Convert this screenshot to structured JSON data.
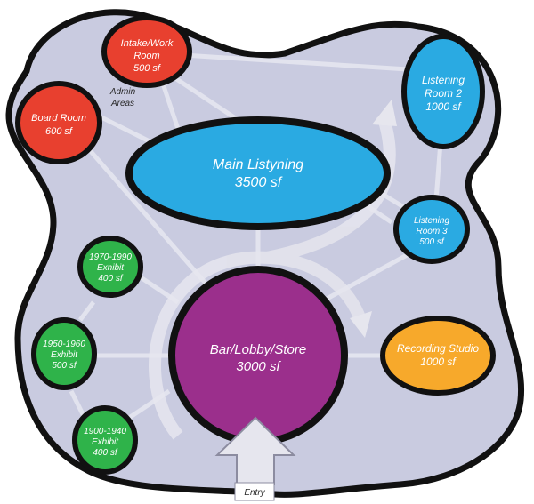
{
  "diagram": {
    "colors": {
      "bubble_fill": "#c9cbe0",
      "bubble_stroke": "#111111",
      "connector": "#d9dbe8",
      "admin": "#e8402f",
      "listening": "#2aaae2",
      "exhibit": "#2fb34a",
      "bar": "#9b2f8c",
      "studio": "#f7a92b",
      "arrow": "#e6e6ee"
    },
    "admin_area_label": "Admin Areas",
    "rooms": {
      "intake": {
        "name": "Intake/Work Room",
        "line1": "Intake/Work",
        "line2": "Room",
        "size": "500 sf"
      },
      "board": {
        "name": "Board Room",
        "line1": "Board Room",
        "size": "600 sf"
      },
      "main": {
        "name": "Main Listyning",
        "line1": "Main Listyning",
        "size": "3500 sf"
      },
      "listening2": {
        "line1": "Listening",
        "line2": "Room 2",
        "size": "1000 sf"
      },
      "listening3": {
        "line1": "Listening",
        "line2": "Room 3",
        "size": "500 sf"
      },
      "exhibit1970": {
        "line1": "1970-1990",
        "line2": "Exhibit",
        "size": "400 sf"
      },
      "exhibit1950": {
        "line1": "1950-1960",
        "line2": "Exhibit",
        "size": "500 sf"
      },
      "exhibit1900": {
        "line1": "1900-1940",
        "line2": "Exhibit",
        "size": "400 sf"
      },
      "bar": {
        "line1": "Bar/Lobby/Store",
        "size": "3000 sf"
      },
      "studio": {
        "line1": "Recording Studio",
        "size": "1000 sf"
      }
    },
    "entry_label": "Entry"
  }
}
